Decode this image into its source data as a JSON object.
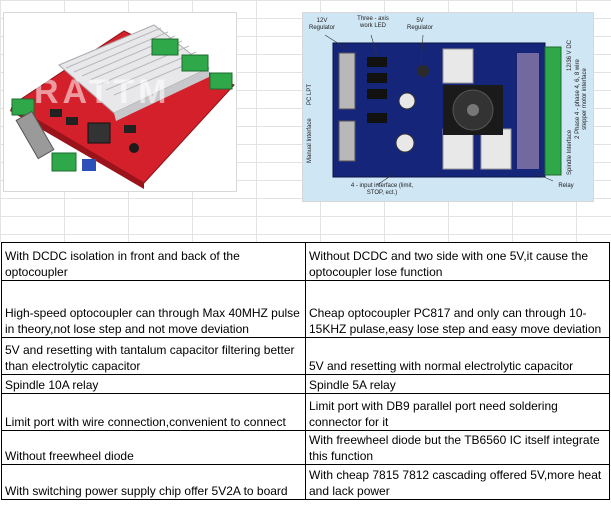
{
  "images": {
    "left_board": {
      "watermark": "RATTM"
    },
    "right_board": {
      "labels": {
        "reg12": "12V Regulator",
        "led": "Three - axis work LED",
        "reg5": "5V Regulator",
        "lpt": "PC LPT",
        "manual": "Manual Interface",
        "input4": "4 - input interface (limit, STOP, ect.)",
        "power": "12/36 V DC",
        "phase": "2 Phase 4 - phase 4, 6, 8 wire stepper motor interface",
        "spindle": "Spindle Interface",
        "relay": "Relay"
      }
    }
  },
  "table": {
    "rows": [
      [
        "With DCDC isolation in front and back of the optocoupler",
        "Without DCDC and two side with one 5V,it cause the optocoupler lose function"
      ],
      [
        "High-speed optocoupler can through Max 40MHZ pulse in theory,not lose step and not move deviation",
        "Cheap optocoupler PC817 and only can through 10-15KHZ pulase,easy lose step and easy move deviation"
      ],
      [
        "5V and resetting with tantalum capacitor filtering better than electrolytic capacitor",
        "5V and resetting with normal electrolytic capacitor"
      ],
      [
        "Spindle 10A relay",
        "Spindle 5A relay"
      ],
      [
        "Limit port with wire connection,convenient to connect",
        "Limit port with DB9 parallel port need soldering connector for it"
      ],
      [
        "Without freewheel diode",
        "With freewheel diode but the TB6560 IC itself integrate this function"
      ],
      [
        "With switching power supply chip offer 5V2A to board",
        "With cheap 7815 7812 cascading offered 5V,more heat and lack power"
      ]
    ]
  }
}
